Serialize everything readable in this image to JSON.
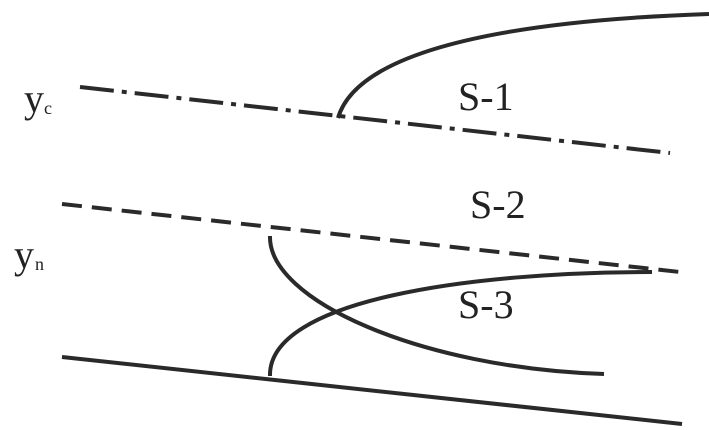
{
  "depth_labels": {
    "critical_depth": {
      "main": "y",
      "sub": "c"
    },
    "normal_depth": {
      "main": "y",
      "sub": "n"
    }
  },
  "zone_labels": {
    "s1": "S-1",
    "s2": "S-2",
    "s3": "S-3"
  }
}
